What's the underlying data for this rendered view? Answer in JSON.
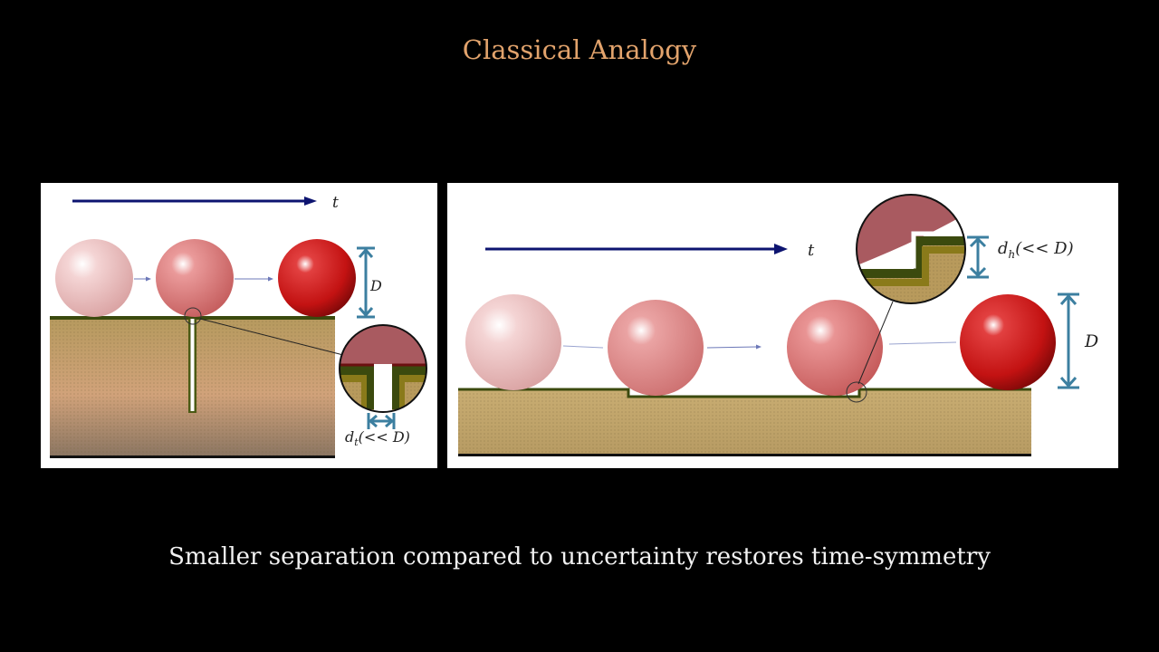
{
  "slide": {
    "title": "Classical Analogy",
    "caption": "Smaller separation compared to uncertainty restores time-symmetry"
  },
  "left_panel": {
    "time_label": "t",
    "diameter_label": "D",
    "gap_label": "d_t(<< D)",
    "gap_label_base": "d",
    "gap_label_sub": "t",
    "gap_label_rest": "(<< D)"
  },
  "right_panel": {
    "time_label": "t",
    "diameter_label": "D",
    "step_label": "d_h(<< D)",
    "step_label_base": "d",
    "step_label_sub": "h",
    "step_label_rest": "(<< D)"
  },
  "colors": {
    "arrow": "#0d1470",
    "dimension": "#3c7fa0",
    "ground_top": "#3b4a0e",
    "ground_fill": "#c79f72",
    "ball": "#cc2a2a"
  }
}
